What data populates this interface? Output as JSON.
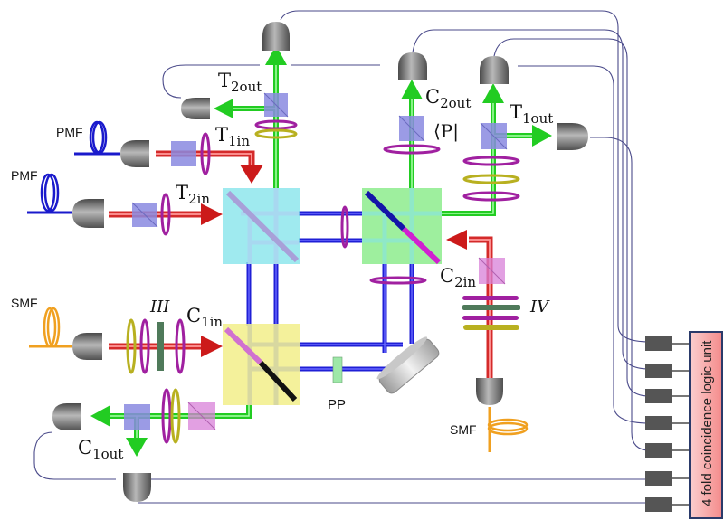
{
  "title": "Optical setup schematic with four-fold coincidence logic unit",
  "colors": {
    "beam_red": "#d42a2a",
    "beam_green": "#22cc22",
    "beam_blue": "#1f1fd6",
    "fiber_blue": "#1a1acc",
    "fiber_orange": "#f0a020",
    "waveplate_purple": "#a020a0",
    "waveplate_olive": "#b8b020",
    "plate_darkgreen": "#4f7a5a",
    "detector_gray": "#707070",
    "wire": "#4a4a8a",
    "bs_cyan": "#7fe3ea",
    "bs_green": "#7eea7e",
    "bs_yellow": "#f2ee8a",
    "unit_fill": "#f7a8a8",
    "unit_border": "#2a3a6a"
  },
  "fibers": {
    "pmf_top": "PMF",
    "pmf_bottom": "PMF",
    "smf_left": "SMF",
    "smf_bottom": "SMF"
  },
  "ports": {
    "t1in": {
      "main": "T",
      "sub": "1in"
    },
    "t2in": {
      "main": "T",
      "sub": "2in"
    },
    "t1out": {
      "main": "T",
      "sub": "1out"
    },
    "t2out": {
      "main": "T",
      "sub": "2out"
    },
    "c1in": {
      "main": "C",
      "sub": "1in"
    },
    "c2in": {
      "main": "C",
      "sub": "2in"
    },
    "c1out": {
      "main": "C",
      "sub": "1out"
    },
    "c2out": {
      "main": "C",
      "sub": "2out"
    }
  },
  "labels": {
    "projector": "⟨P|",
    "stage_iii": "III",
    "stage_iv": "IV",
    "phase_plate": "PP"
  },
  "coincidence_unit": {
    "label": "4 fold coincidence logic unit",
    "input_count": 7
  }
}
